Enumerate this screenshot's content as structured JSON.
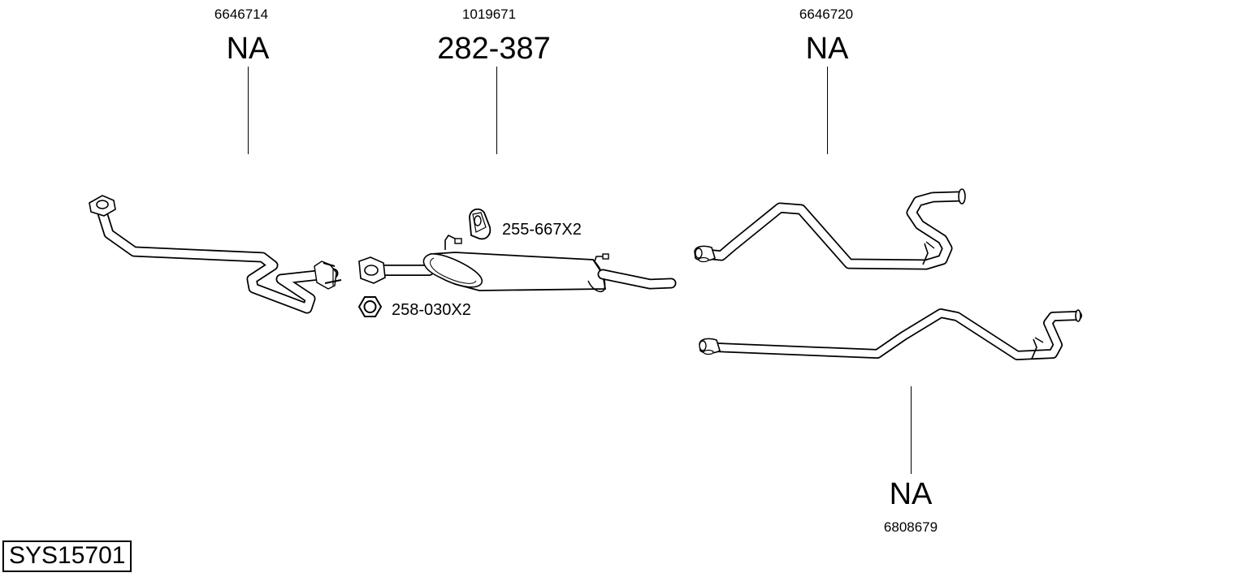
{
  "parts": [
    {
      "id": "front-pipe",
      "number": "6646714",
      "code": "NA"
    },
    {
      "id": "silencer",
      "number": "1019671",
      "code": "282-387"
    },
    {
      "id": "rear-pipe-upper",
      "number": "6646720",
      "code": "NA"
    },
    {
      "id": "rear-pipe-lower",
      "number": "6808679",
      "code": "NA"
    }
  ],
  "accessories": [
    {
      "id": "rubber-mount",
      "label": "255-667X2",
      "icon": "rubber-mount-icon"
    },
    {
      "id": "nut",
      "label": "258-030X2",
      "icon": "hex-nut-icon"
    }
  ],
  "system_code": "SYS15701"
}
